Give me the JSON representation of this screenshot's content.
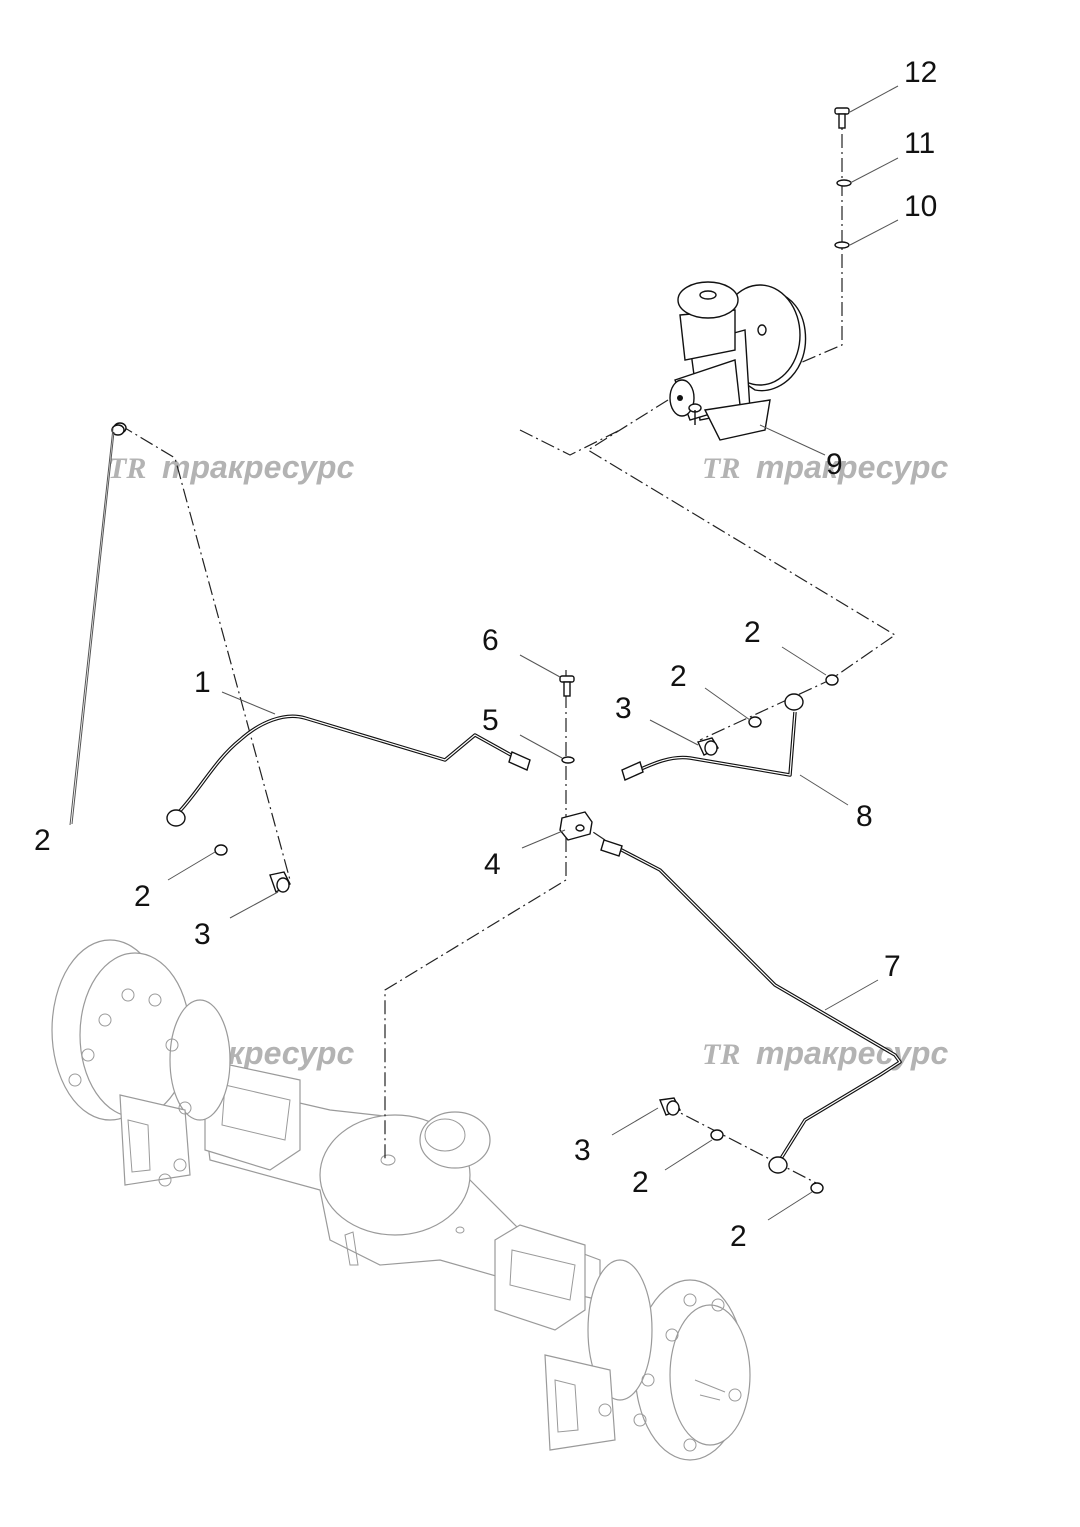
{
  "diagram": {
    "watermark": {
      "logo": "TR",
      "text": "тракресурс"
    },
    "callouts": [
      "12",
      "11",
      "10",
      "9",
      "6",
      "5",
      "4",
      "1",
      "2",
      "3",
      "8",
      "7"
    ]
  }
}
